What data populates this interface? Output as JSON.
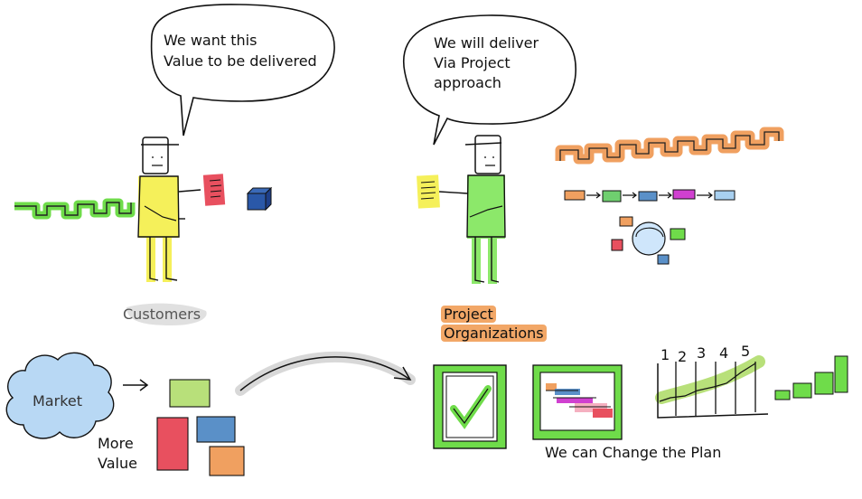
{
  "bubbles": {
    "customer_line1": "We want this",
    "customer_line2": "Value to be delivered",
    "project_line1": "We will deliver",
    "project_line2": "Via Project",
    "project_line3": "approach"
  },
  "labels": {
    "customers": "Customers",
    "project_orgs_line1": "Project",
    "project_orgs_line2": "Organizations",
    "market": "Market",
    "more_value_line1": "More",
    "more_value_line2": "Value",
    "change_plan": "We can Change the Plan"
  },
  "chart_numbers": [
    "1",
    "2",
    "3",
    "4",
    "5"
  ],
  "colors": {
    "green": "#6fdc4a",
    "yellow": "#f5f05a",
    "figure_green": "#8ce86a",
    "orange": "#f0a060",
    "red": "#e8505f",
    "blue": "#5a90c8",
    "light_blue": "#a8d0f0",
    "purple": "#d040d0",
    "lime": "#b8e07a"
  }
}
